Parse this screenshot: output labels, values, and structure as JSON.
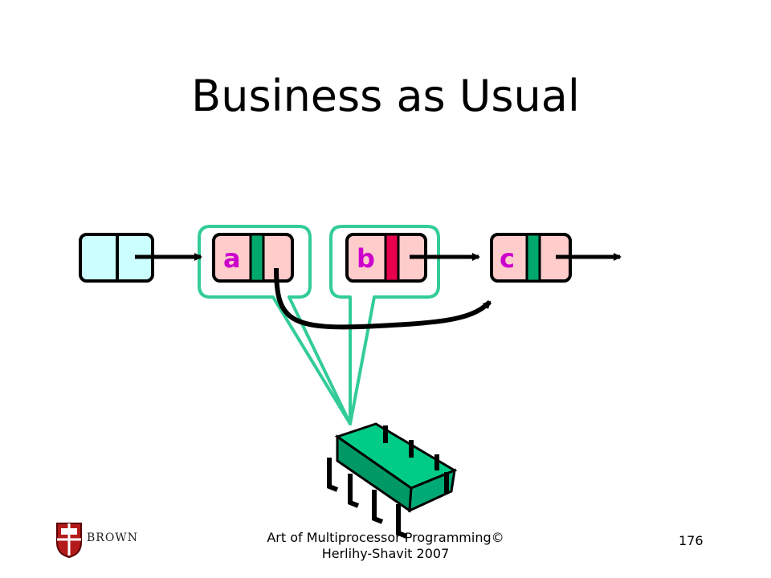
{
  "slide": {
    "title": "Business as Usual",
    "footer": "Art of Multiprocessor Programming© Herlihy-Shavit 2007",
    "page_number": "176",
    "logo_text": "BROWN"
  },
  "nodes": [
    {
      "id": "head",
      "label": ""
    },
    {
      "id": "a",
      "label": "a"
    },
    {
      "id": "b",
      "label": "b"
    },
    {
      "id": "c",
      "label": "c"
    }
  ],
  "colors": {
    "head_fill": "#ccffff",
    "node_fill": "#ffcccc",
    "lock_green": "#00a86b",
    "lock_red": "#e8004f",
    "callout": "#33cc99",
    "chip": "#00cc88"
  },
  "icons": [
    "processor-chip-icon",
    "brown-shield-icon"
  ]
}
